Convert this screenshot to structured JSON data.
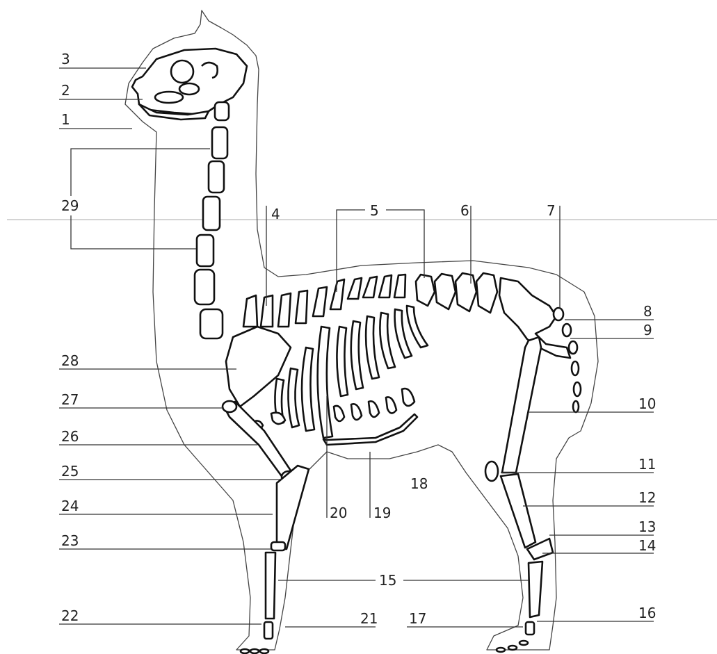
{
  "labels": {
    "l1": "1",
    "l2": "2",
    "l3": "3",
    "l4": "4",
    "l5": "5",
    "l6": "6",
    "l7": "7",
    "l8": "8",
    "l9": "9",
    "l10": "10",
    "l11": "11",
    "l12": "12",
    "l13": "13",
    "l14": "14",
    "l15": "15",
    "l16": "16",
    "l17": "17",
    "l18": "18",
    "l19": "19",
    "l20": "20",
    "l21": "21",
    "l22": "22",
    "l23": "23",
    "l24": "24",
    "l25": "25",
    "l26": "26",
    "l27": "27",
    "l28": "28",
    "l29": "29"
  }
}
